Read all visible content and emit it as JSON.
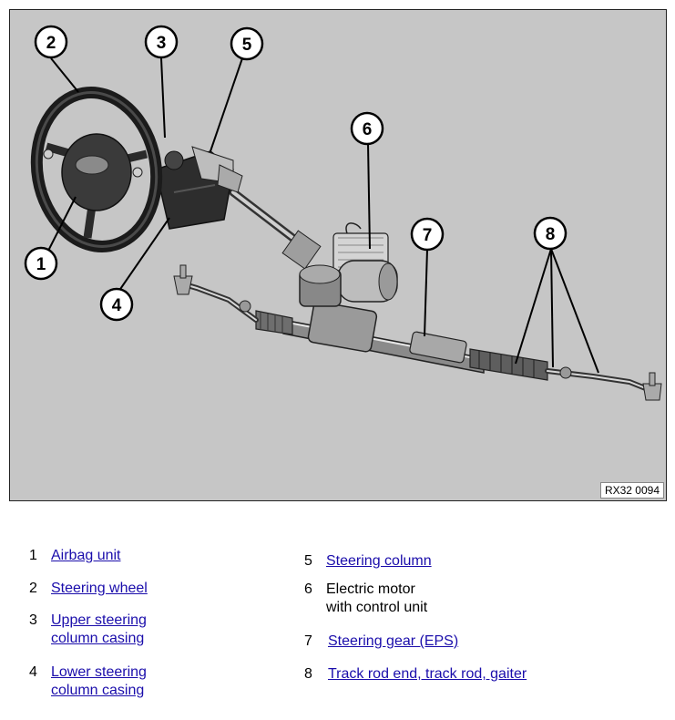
{
  "figure": {
    "code": "RX32 0094",
    "callouts": [
      "1",
      "2",
      "3",
      "4",
      "5",
      "6",
      "7",
      "8"
    ]
  },
  "legend": [
    {
      "num": "1",
      "lines": [
        "Airbag unit"
      ],
      "link": true
    },
    {
      "num": "2",
      "lines": [
        "Steering wheel"
      ],
      "link": true
    },
    {
      "num": "3",
      "lines": [
        "Upper steering",
        "column casing"
      ],
      "link": true
    },
    {
      "num": "4",
      "lines": [
        "Lower steering",
        "column casing"
      ],
      "link": true
    },
    {
      "num": "5",
      "lines": [
        "Steering column"
      ],
      "link": true
    },
    {
      "num": "6",
      "lines": [
        "Electric motor",
        "with control unit"
      ],
      "link": false
    },
    {
      "num": "7",
      "lines": [
        "Steering gear (EPS)"
      ],
      "link": true
    },
    {
      "num": "8",
      "lines": [
        "Track rod end, track rod, gaiter"
      ],
      "link": true
    }
  ]
}
